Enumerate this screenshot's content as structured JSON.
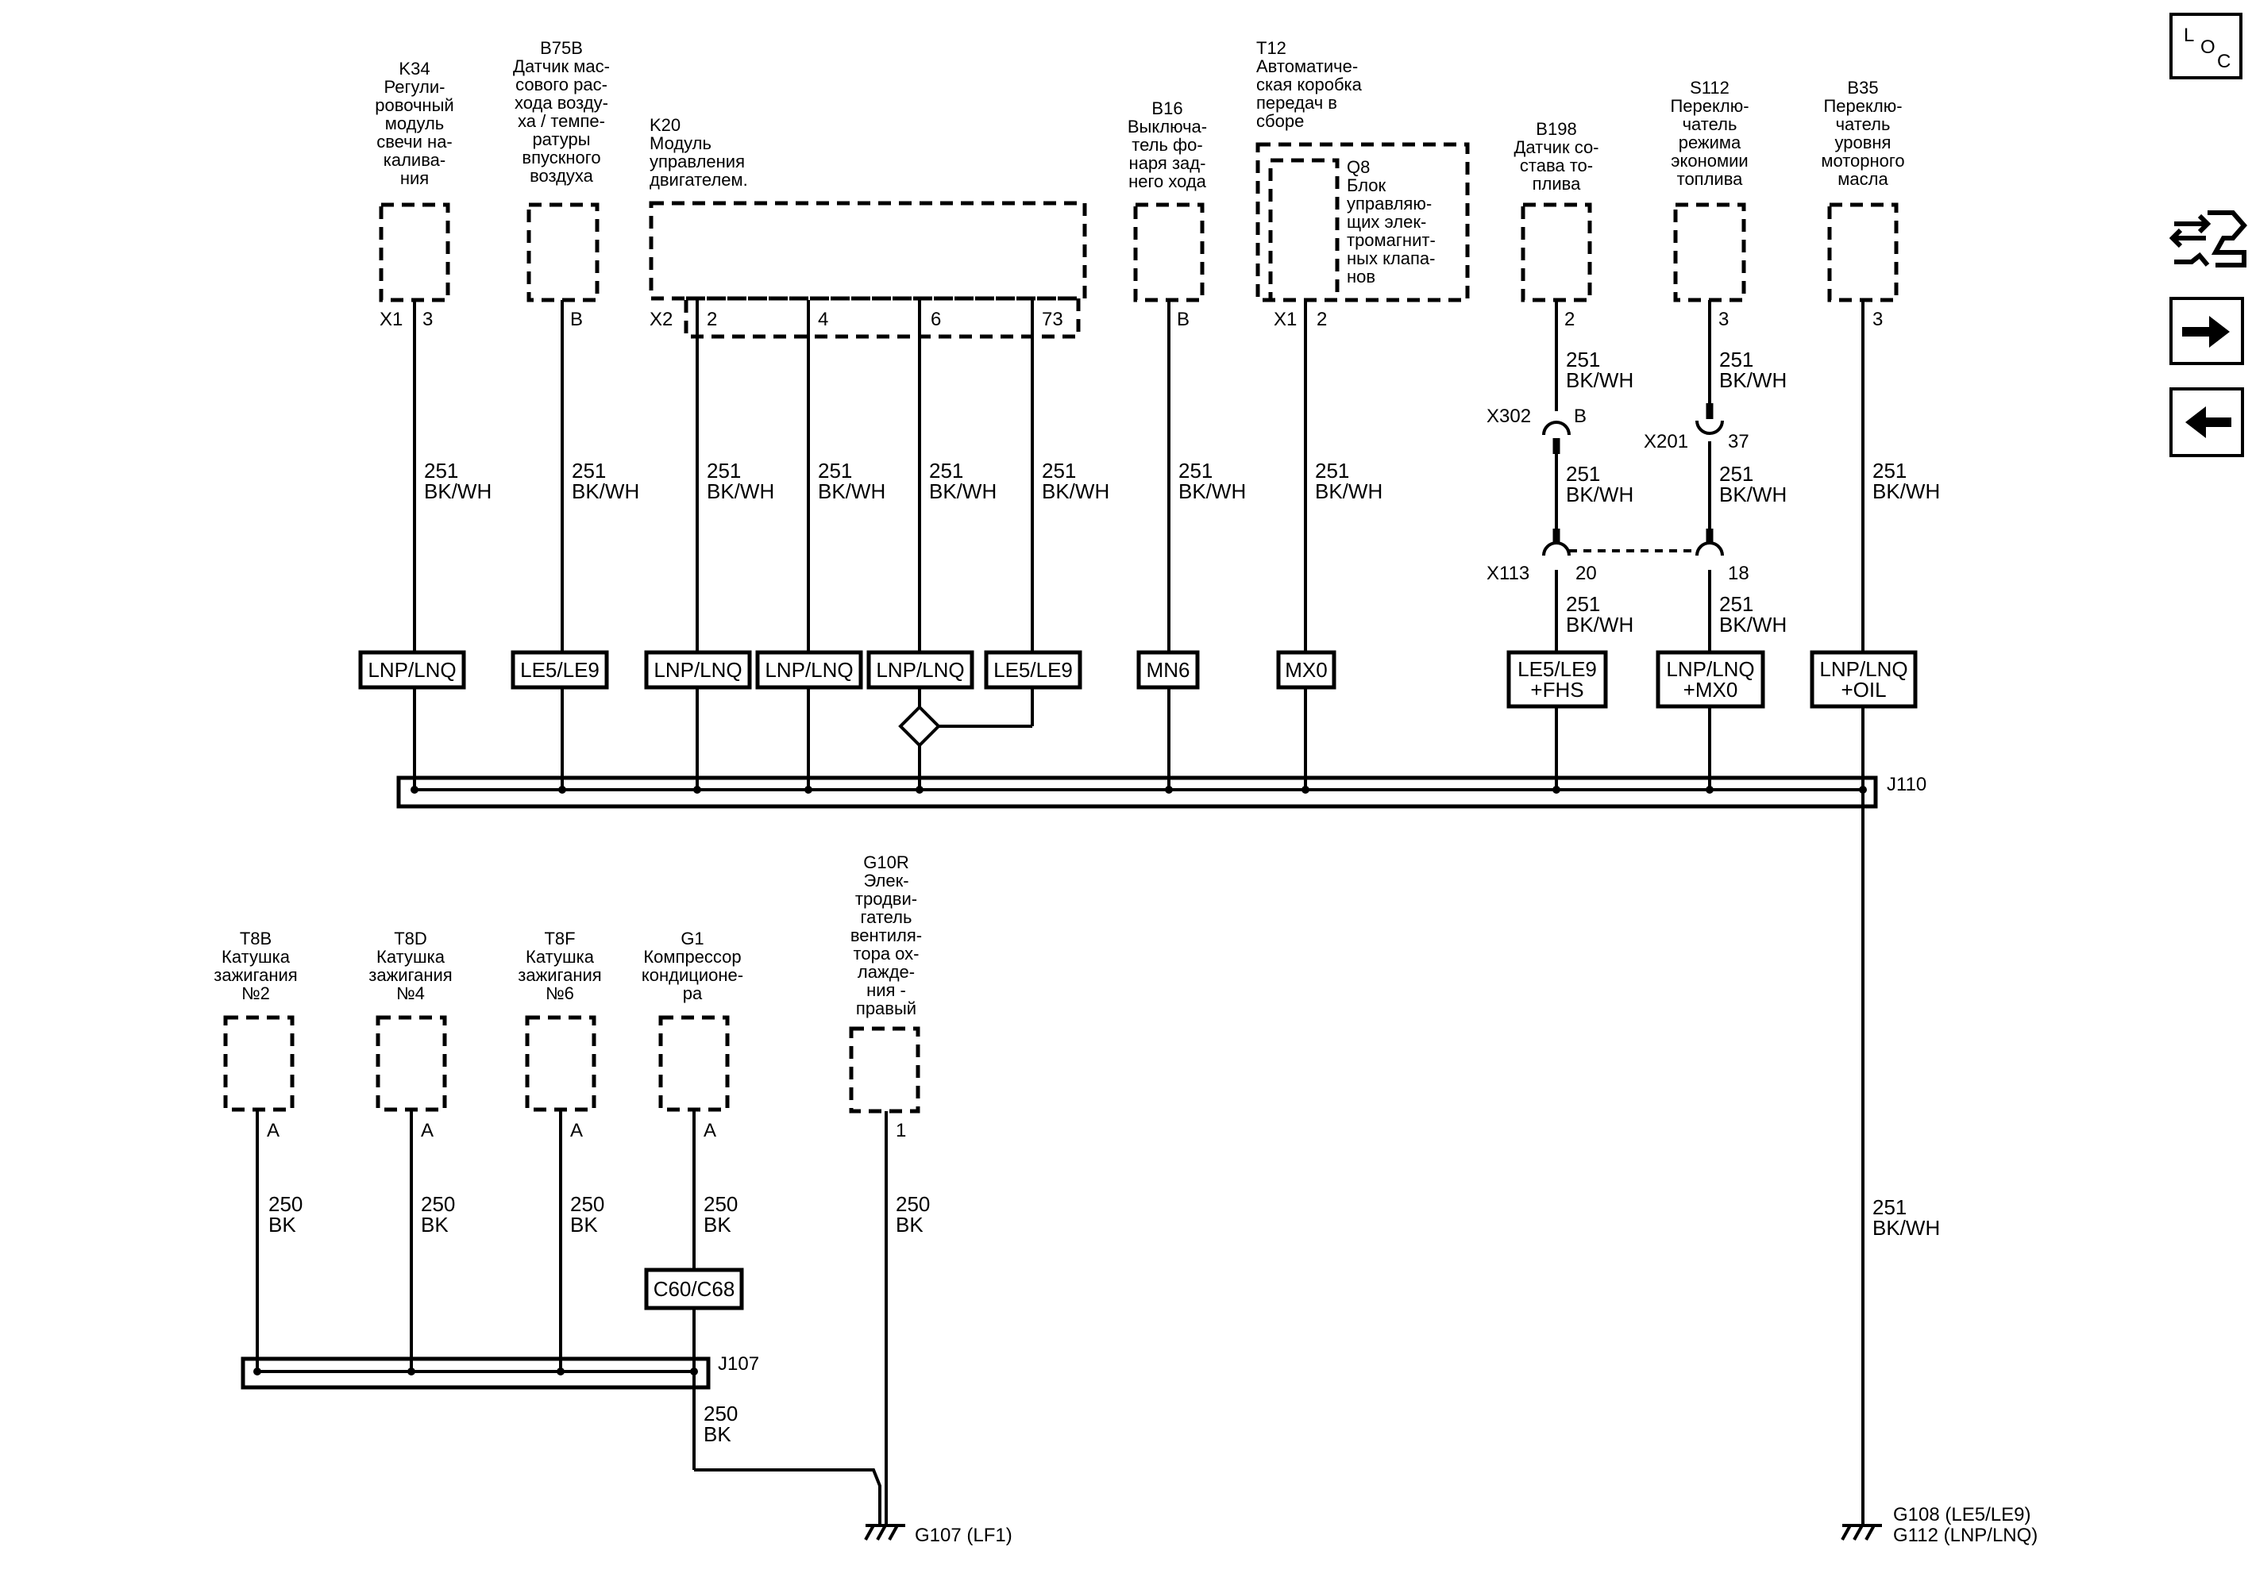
{
  "nav": {
    "loc_l": "L",
    "loc_o": "O",
    "loc_c": "C"
  },
  "components": {
    "k34": [
      "K34",
      "Регули-",
      "ровочный",
      "модуль",
      "свечи на-",
      "калива-",
      "ния"
    ],
    "b75b": [
      "B75B",
      "Датчик мас-",
      "сового рас-",
      "хода возду-",
      "ха / темпе-",
      "ратуры",
      "впускного",
      "воздуха"
    ],
    "k20": [
      "K20",
      "Модуль",
      "управления",
      "двигателем."
    ],
    "b16": [
      "B16",
      "Выключа-",
      "тель фо-",
      "наря зад-",
      "него хода"
    ],
    "t12": [
      "T12",
      "Автоматиче-",
      "ская коробка",
      "передач в",
      "сборе"
    ],
    "q8": [
      "Q8",
      "Блок",
      "управляю-",
      "щих элек-",
      "тромагнит-",
      "ных клапа-",
      "нов"
    ],
    "b198": [
      "B198",
      "Датчик со-",
      "става то-",
      "плива"
    ],
    "s112": [
      "S112",
      "Переклю-",
      "чатель",
      "режима",
      "экономии",
      "топлива"
    ],
    "b35": [
      "B35",
      "Переклю-",
      "чатель",
      "уровня",
      "моторного",
      "масла"
    ],
    "t8b": [
      "T8B",
      "Катушка",
      "зажигания",
      "№2"
    ],
    "t8d": [
      "T8D",
      "Катушка",
      "зажигания",
      "№4"
    ],
    "t8f": [
      "T8F",
      "Катушка",
      "зажигания",
      "№6"
    ],
    "g1": [
      "G1",
      "Компрессор",
      "кондиционе-",
      "ра"
    ],
    "g10r": [
      "G10R",
      "Элек-",
      "тродви-",
      "гатель",
      "вентиля-",
      "тора ох-",
      "лажде-",
      "ния -",
      "правый"
    ]
  },
  "pins": {
    "x1": "X1",
    "x2": "X2",
    "k34": "3",
    "b75b": "B",
    "k20_2": "2",
    "k20_4": "4",
    "k20_6": "6",
    "k20_73": "73",
    "b16": "B",
    "t12": "2",
    "b198": "2",
    "s112": "3",
    "b35": "3",
    "t8b": "A",
    "t8d": "A",
    "t8f": "A",
    "g1": "A",
    "g10r": "1"
  },
  "connectors": {
    "x302": "X302",
    "x302_pin": "B",
    "x201": "X201",
    "x201_pin": "37",
    "x113": "X113",
    "x113_pin_a": "20",
    "x113_pin_b": "18"
  },
  "wires": {
    "w251": "251",
    "bkwh": "BK/WH",
    "w250": "250",
    "bk": "BK"
  },
  "options": {
    "lnp": "LNP/LNQ",
    "le5": "LE5/LE9",
    "mn6": "MN6",
    "mx0": "MX0",
    "le5_fhs_1": "LE5/LE9",
    "le5_fhs_2": "+FHS",
    "lnp_mx0_1": "LNP/LNQ",
    "lnp_mx0_2": "+MX0",
    "lnp_oil_1": "LNP/LNQ",
    "lnp_oil_2": "+OIL",
    "c60": "C60/C68"
  },
  "splices": {
    "j110": "J110",
    "j107": "J107"
  },
  "grounds": {
    "g107": "G107 (LF1)",
    "g108": "G108 (LE5/LE9)",
    "g112": "G112 (LNP/LNQ)"
  }
}
